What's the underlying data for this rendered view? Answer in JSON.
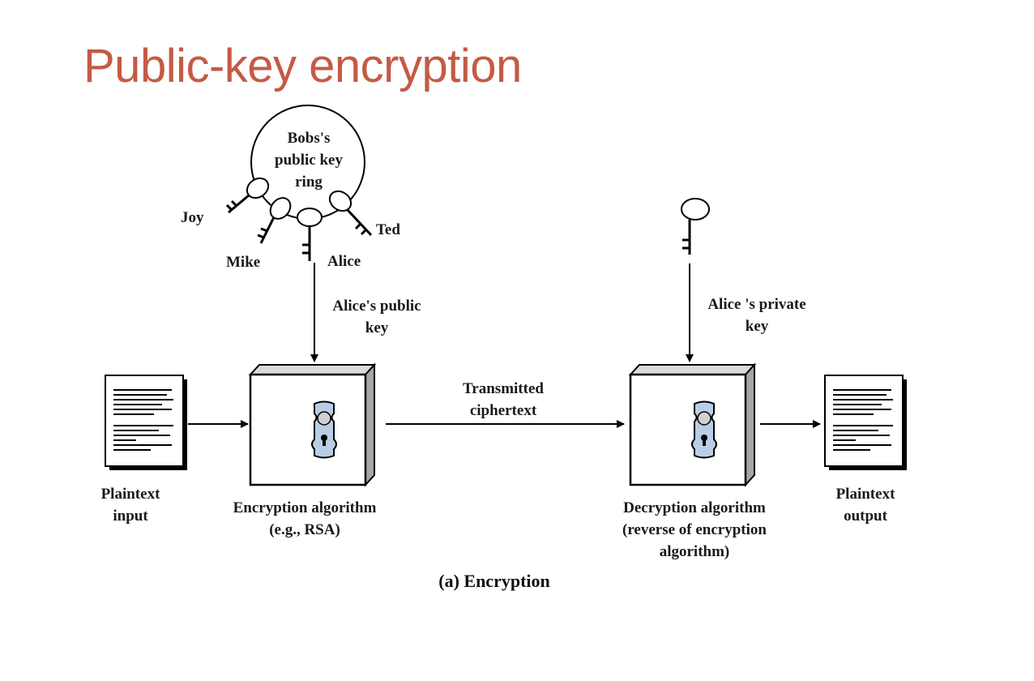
{
  "slide": {
    "title": "Public-key encryption"
  },
  "key_ring": {
    "label_lines": [
      "Bobs's",
      "public key",
      "ring"
    ],
    "owners": [
      "Joy",
      "Mike",
      "Alice",
      "Ted"
    ]
  },
  "public_key_label": [
    "Alice's public",
    "key"
  ],
  "private_key_label": [
    "Alice 's private",
    "key"
  ],
  "plaintext_input": [
    "Plaintext",
    "input"
  ],
  "encryption_algorithm": [
    "Encryption algorithm",
    "(e.g., RSA)"
  ],
  "ciphertext_label": [
    "Transmitted",
    "ciphertext"
  ],
  "decryption_algorithm": [
    "Decryption algorithm",
    "(reverse of encryption",
    "algorithm)"
  ],
  "plaintext_output": [
    "Plaintext",
    "output"
  ],
  "caption": "(a) Encryption",
  "colors": {
    "title": "#c55a44",
    "lock_plate": "#b9cde6",
    "box_side": "#a6a6a6"
  }
}
